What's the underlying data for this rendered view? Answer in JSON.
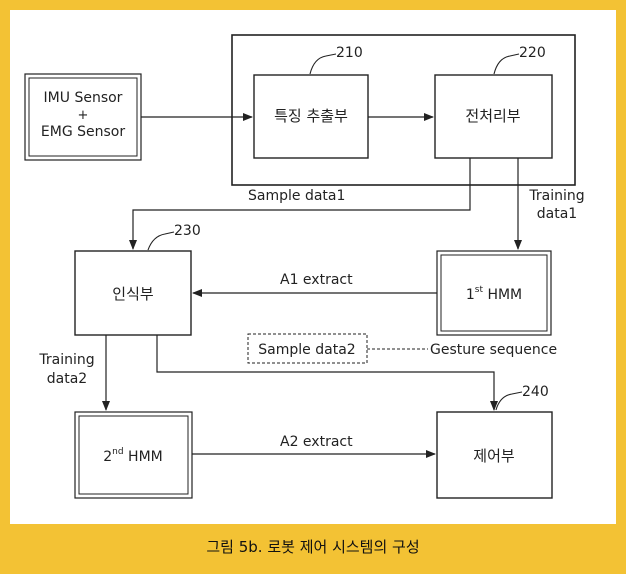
{
  "diagram": {
    "blocks": {
      "sensor": {
        "line1": "IMU Sensor",
        "line2": "+",
        "line3": "EMG Sensor"
      },
      "feature": {
        "label": "특징 추출부",
        "ref": "210"
      },
      "preprocess": {
        "label": "전처리부",
        "ref": "220"
      },
      "recognition": {
        "label": "인식부",
        "ref": "230"
      },
      "hmm1": {
        "prefix": "1",
        "sup": "st",
        "suffix": " HMM"
      },
      "hmm2": {
        "prefix": "2",
        "sup": "nd",
        "suffix": " HMM"
      },
      "control": {
        "label": "제어부",
        "ref": "240"
      }
    },
    "edges": {
      "sample1": "Sample data1",
      "training1_line1": "Training",
      "training1_line2": "data1",
      "a1": "A1 extract",
      "sample2": "Sample data2",
      "gesture": "Gesture sequence",
      "training2_line1": "Training",
      "training2_line2": "data2",
      "a2": "A2 extract"
    }
  },
  "caption": "그림 5b. 로봇 제어 시스템의 구성"
}
